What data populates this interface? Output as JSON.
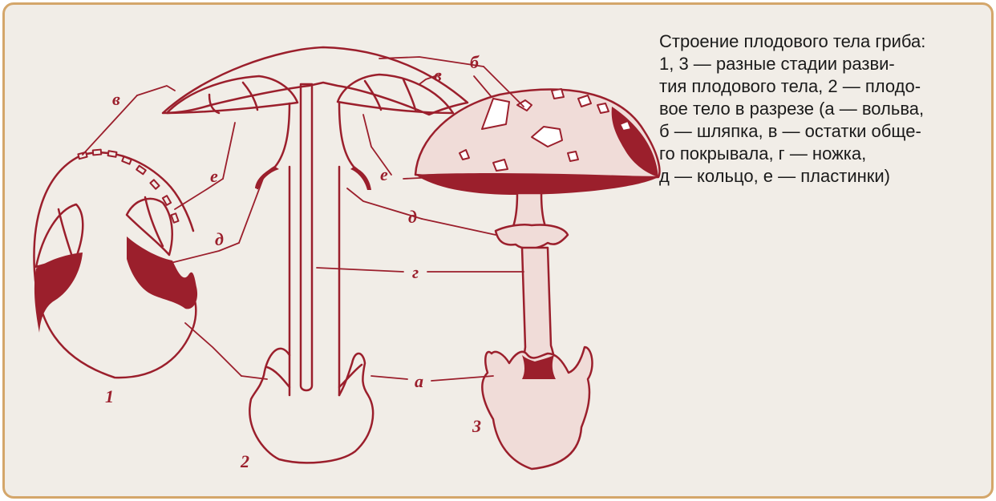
{
  "colors": {
    "frame_border": "#d4a66a",
    "background": "#f1ede7",
    "ink": "#9b1f2c",
    "cap_fill": "#f0dcd8",
    "spot_fill": "#ffffff"
  },
  "caption": {
    "lines": [
      "Строение плодового тела гриба:",
      "1, 3 — разные стадии разви-",
      "тия плодового тела, 2 — плодо-",
      "вое тело в разрезе (а — вольва,",
      "б — шляпка, в — остатки обще-",
      "го покрывала, г — ножка,",
      "д — кольцо, е — пластинки)"
    ]
  },
  "diagram": {
    "stage_numbers": [
      "1",
      "2",
      "3"
    ],
    "part_labels": {
      "volva": "а",
      "cap": "б",
      "veil_remnants": "в",
      "stem": "г",
      "ring": "д",
      "gills": "е"
    }
  }
}
